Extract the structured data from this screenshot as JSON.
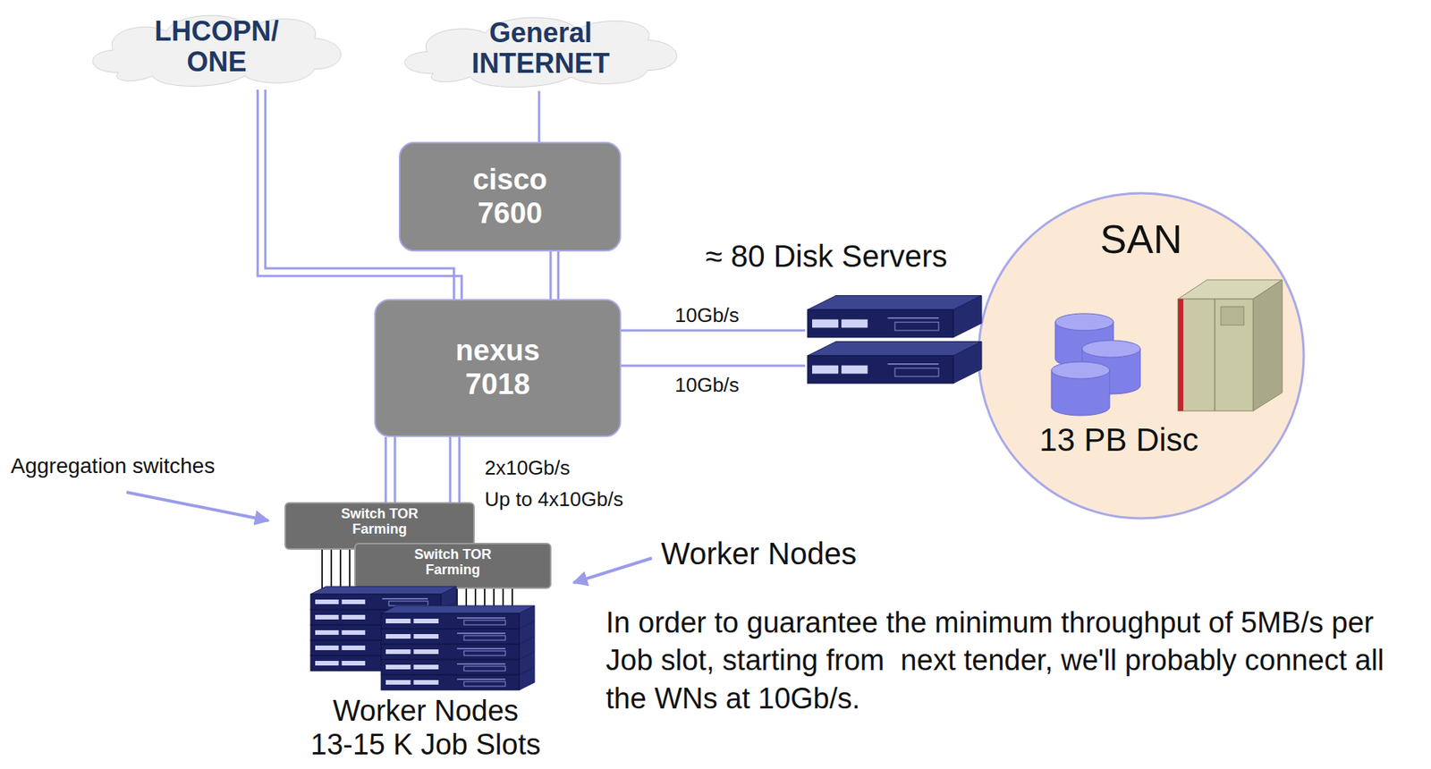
{
  "diagram": {
    "nodes": [
      {
        "text": [
          "LHCOPN/ ONE"
        ]
      },
      {
        "text": [
          "General INTERNET"
        ]
      },
      {
        "text": [
          "cisco 7600"
        ]
      },
      {
        "text": [
          "nexus 7018"
        ]
      },
      {
        "text": [
          "≈ 80 Disk Servers"
        ]
      },
      {
        "text": [
          "SAN",
          "13 PB Disc"
        ]
      },
      {
        "text": [
          "Switch TOR Farming"
        ]
      },
      {
        "text": [
          "Switch TOR Farming"
        ]
      },
      {
        "text": [
          "Worker Nodes",
          "13-15 K Job Slots"
        ]
      }
    ],
    "edges": [
      {
        "from": 0,
        "to": 3,
        "arrow": "none"
      },
      {
        "from": 1,
        "to": 2,
        "arrow": "none"
      },
      {
        "from": 2,
        "to": 3,
        "arrow": "none"
      },
      {
        "from": 3,
        "to": 4,
        "label": "10Gb/s",
        "arrow": "none"
      },
      {
        "from": 3,
        "to": 4,
        "label": "10Gb/s",
        "arrow": "none"
      },
      {
        "from": 3,
        "to": 6,
        "arrow": "none"
      },
      {
        "from": 3,
        "to": 7,
        "label": "2x10Gb/s",
        "arrow": "none"
      },
      {
        "from": 7,
        "to": 8,
        "arrow": "none"
      },
      {
        "from": 6,
        "to": 8,
        "arrow": "none"
      }
    ],
    "labels": [
      "Aggregation switches",
      "Up to 4x10Gb/s",
      "Worker Nodes",
      "In order to guarantee the minimum throughput of 5MB/s per Job slot, starting from  next tender, we'll probably connect all the WNs at 10Gb/s."
    ]
  }
}
